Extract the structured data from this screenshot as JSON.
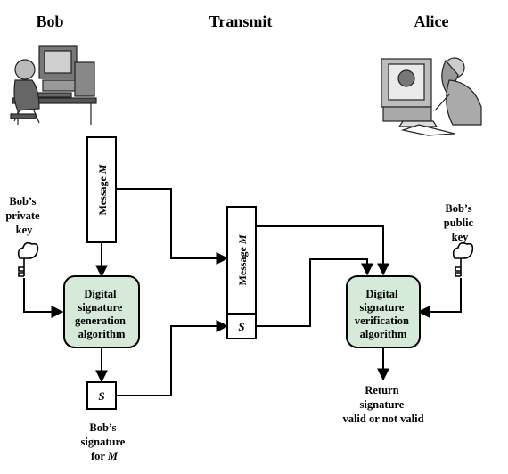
{
  "headers": {
    "bob": "Bob",
    "transmit": "Transmit",
    "alice": "Alice"
  },
  "private_key": [
    "Bob’s",
    "private",
    "key"
  ],
  "public_key": [
    "Bob’s",
    "public",
    "key"
  ],
  "message_label": "Message",
  "message_var": "M",
  "signature_var": "S",
  "gen_algorithm": [
    "Digital",
    "signature",
    "generation",
    "algorithm"
  ],
  "ver_algorithm": [
    "Digital",
    "signature",
    "verification",
    "algorithm"
  ],
  "bob_signature": [
    "Bob’s",
    "signature",
    "for"
  ],
  "bob_signature_var": "M",
  "result": [
    "Return",
    "signature",
    "valid or not valid"
  ]
}
